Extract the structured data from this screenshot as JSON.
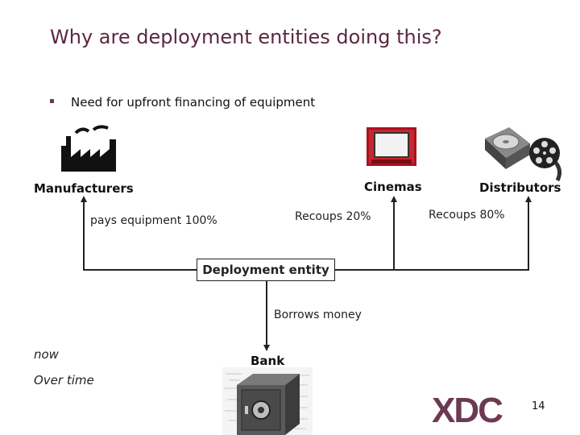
{
  "slide": {
    "title": "Why are deployment entities doing this?",
    "bullet": "Need for upfront financing of equipment",
    "page_number": "14"
  },
  "entities": {
    "manufacturers": "Manufacturers",
    "cinemas": "Cinemas",
    "distributors": "Distributors",
    "deployment_entity": "Deployment entity",
    "bank": "Bank"
  },
  "flows": {
    "pays_equipment": "pays equipment 100%",
    "recoups_cinemas": "Recoups 20%",
    "recoups_distributors": "Recoups 80%",
    "borrows": "Borrows money"
  },
  "timeline": {
    "now": "now",
    "over_time": "Over time"
  },
  "logo": {
    "text": "XDC",
    "colors": {
      "primary": "#6b3a52",
      "secondary": "#bfa9b5"
    }
  },
  "icons": [
    "factory-icon",
    "cinema-screen-icon",
    "hard-drive-icon",
    "film-reel-icon",
    "safe-icon"
  ]
}
